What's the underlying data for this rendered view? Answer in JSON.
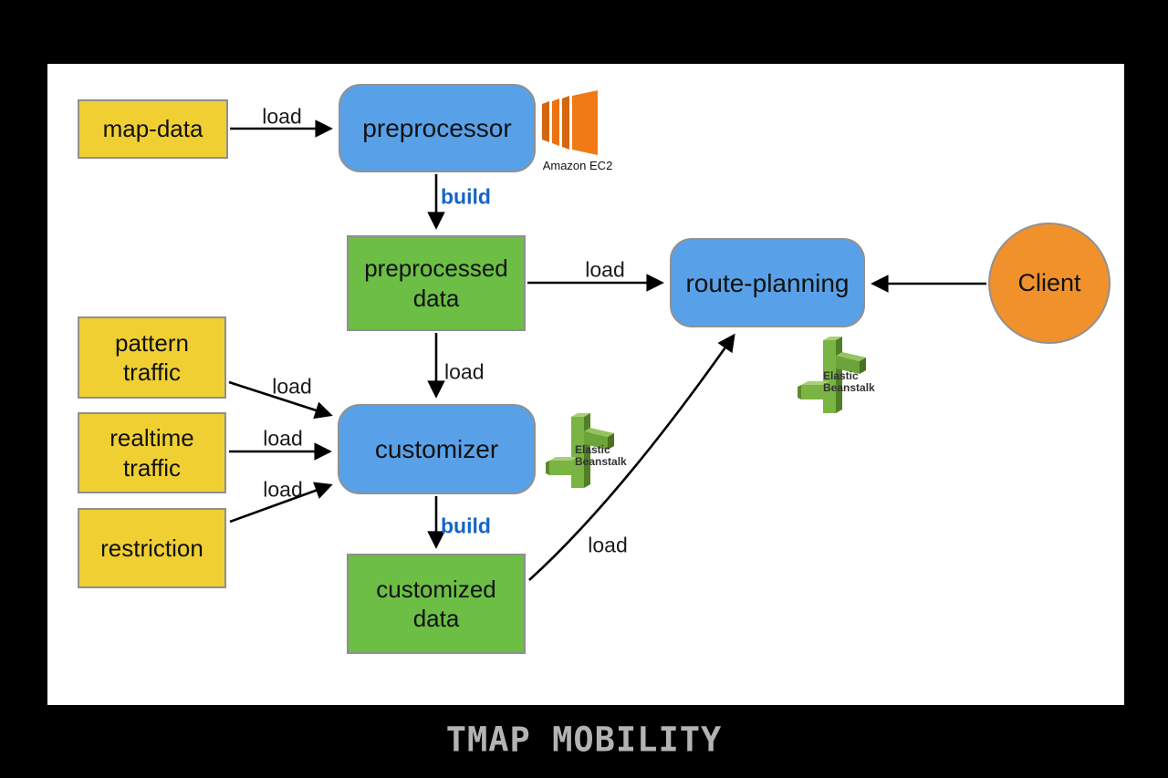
{
  "nodes": {
    "map_data": {
      "label": "map-data"
    },
    "preprocessor": {
      "label": "preprocessor"
    },
    "preprocessed_data": {
      "label": "preprocessed data"
    },
    "pattern_traffic": {
      "label": "pattern traffic"
    },
    "realtime_traffic": {
      "label": "realtime traffic"
    },
    "restriction": {
      "label": "restriction"
    },
    "customizer": {
      "label": "customizer"
    },
    "customized_data": {
      "label": "customized data"
    },
    "route_planning": {
      "label": "route-planning"
    },
    "client": {
      "label": "Client"
    }
  },
  "edges": {
    "map_to_preprocessor": {
      "label": "load"
    },
    "preprocessor_build": {
      "label": "build"
    },
    "preprocessed_to_route_planning": {
      "label": "load"
    },
    "preprocessed_to_customizer": {
      "label": "load"
    },
    "pattern_to_customizer": {
      "label": "load"
    },
    "realtime_to_customizer": {
      "label": "load"
    },
    "restriction_to_customizer": {
      "label": "load"
    },
    "customizer_build": {
      "label": "build"
    },
    "customized_to_route_planning": {
      "label": "load"
    }
  },
  "icons": {
    "amazon_ec2": {
      "caption": "Amazon EC2"
    },
    "elastic_beanstalk_customizer": {
      "line1": "Elastic",
      "line2": "Beanstalk"
    },
    "elastic_beanstalk_route": {
      "line1": "Elastic",
      "line2": "Beanstalk"
    }
  },
  "footer": {
    "logo_text": "TMAP MOBILITY"
  },
  "colors": {
    "background": "#000000",
    "canvas": "#ffffff",
    "box_yellow": "#f0cf33",
    "box_green": "#6cbe45",
    "box_blue": "#58a1e8",
    "circle_orange": "#f0912c",
    "build_label_blue": "#1565c6",
    "aws_ec2_orange": "#ed7211",
    "eb_green": "#7ab544",
    "logo_gray": "#b3b3b3",
    "arrow_black": "#000000"
  }
}
